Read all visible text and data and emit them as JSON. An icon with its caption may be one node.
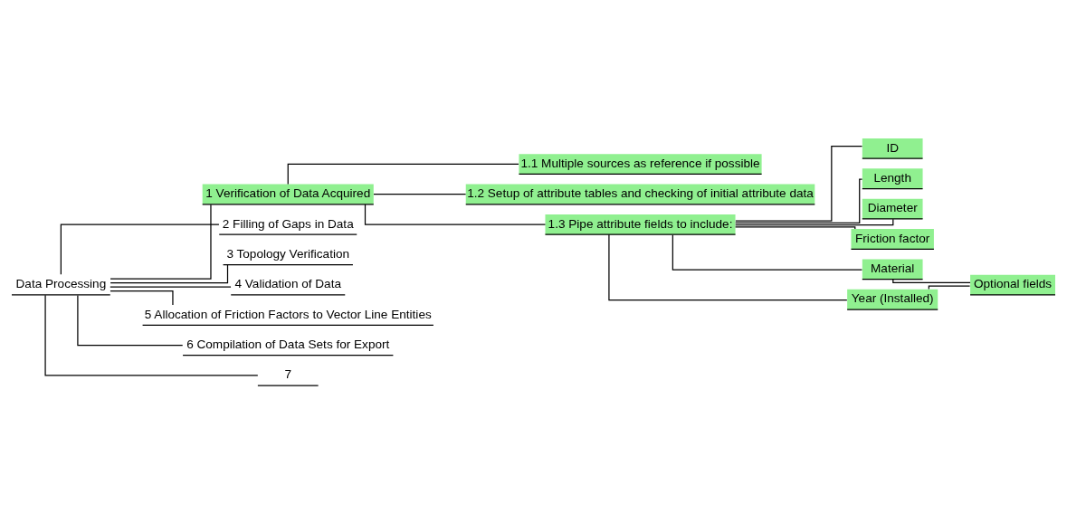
{
  "diagram": {
    "nodes": [
      {
        "text": [
          "Data Processing"
        ]
      },
      {
        "text": [
          "1 Verification of Data Acquired"
        ]
      },
      {
        "text": [
          "1.1 Multiple sources as reference if possible"
        ]
      },
      {
        "text": [
          "1.2 Setup of attribute tables and checking of initial attribute data"
        ]
      },
      {
        "text": [
          "1.3 Pipe attribute fields to include:"
        ]
      },
      {
        "text": [
          "ID"
        ]
      },
      {
        "text": [
          "Length"
        ]
      },
      {
        "text": [
          "Diameter"
        ]
      },
      {
        "text": [
          "Friction factor"
        ]
      },
      {
        "text": [
          "Material"
        ]
      },
      {
        "text": [
          "Year (Installed)"
        ]
      },
      {
        "text": [
          "Optional fields"
        ]
      },
      {
        "text": [
          "2 Filling of Gaps in Data"
        ]
      },
      {
        "text": [
          "3 Topology Verification"
        ]
      },
      {
        "text": [
          "4 Validation of Data"
        ]
      },
      {
        "text": [
          "5 Allocation of Friction Factors to Vector Line Entities"
        ]
      },
      {
        "text": [
          "6 Compilation of Data Sets for Export"
        ]
      },
      {
        "text": [
          "7"
        ]
      }
    ],
    "edges": [
      {
        "from": 0,
        "to": 1,
        "arrow": "none"
      },
      {
        "from": 1,
        "to": 2,
        "arrow": "none"
      },
      {
        "from": 1,
        "to": 3,
        "arrow": "none"
      },
      {
        "from": 1,
        "to": 4,
        "arrow": "none"
      },
      {
        "from": 4,
        "to": 5,
        "arrow": "none"
      },
      {
        "from": 4,
        "to": 6,
        "arrow": "none"
      },
      {
        "from": 4,
        "to": 7,
        "arrow": "none"
      },
      {
        "from": 4,
        "to": 8,
        "arrow": "none"
      },
      {
        "from": 4,
        "to": 9,
        "arrow": "none"
      },
      {
        "from": 4,
        "to": 10,
        "arrow": "none"
      },
      {
        "from": 9,
        "to": 11,
        "arrow": "none"
      },
      {
        "from": 10,
        "to": 11,
        "arrow": "none"
      },
      {
        "from": 0,
        "to": 12,
        "arrow": "none"
      },
      {
        "from": 0,
        "to": 13,
        "arrow": "none"
      },
      {
        "from": 0,
        "to": 14,
        "arrow": "none"
      },
      {
        "from": 0,
        "to": 15,
        "arrow": "none"
      },
      {
        "from": 0,
        "to": 16,
        "arrow": "none"
      },
      {
        "from": 0,
        "to": 17,
        "arrow": "none"
      }
    ]
  }
}
